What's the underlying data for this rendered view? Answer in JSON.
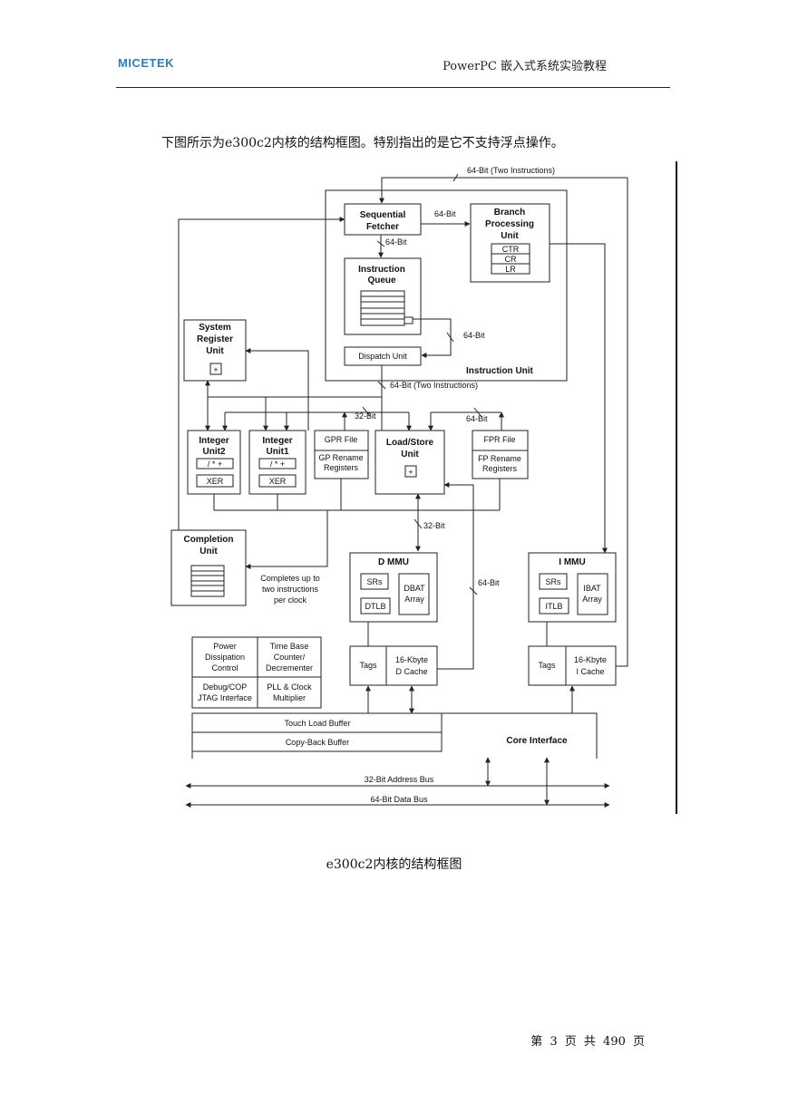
{
  "header": {
    "logo": "MICETEK",
    "book_title": "PowerPC 嵌入式系统实验教程"
  },
  "intro_text": "下图所示为e300c2内核的结构框图。特别指出的是它不支持浮点操作。",
  "diagram": {
    "top_bus": "64-Bit (Two Instructions)",
    "seq_fetcher": [
      "Sequential",
      "Fetcher"
    ],
    "fetch_bw": "64-Bit",
    "bpu": [
      "Branch",
      "Processing",
      "Unit"
    ],
    "bpu_regs": [
      "CTR",
      "CR",
      "LR"
    ],
    "fetch_queue_bw": "64-Bit",
    "iq": [
      "Instruction",
      "Queue"
    ],
    "queue_bw": "64-Bit",
    "dispatch": "Dispatch Unit",
    "instruction_unit": "Instruction Unit",
    "dispatch_bus": "64-Bit (Two Instructions)",
    "sru": [
      "System",
      "Register",
      "Unit"
    ],
    "plus": "+",
    "bus32": "32-Bit",
    "bus64": "64-Bit",
    "iu2": [
      "Integer",
      "Unit2"
    ],
    "iu1": [
      "Integer",
      "Unit1"
    ],
    "ops": "/  *  +",
    "xer": "XER",
    "gpr": "GPR File",
    "gpr_rename": [
      "GP Rename",
      "Registers"
    ],
    "lsu": [
      "Load/Store",
      "Unit"
    ],
    "fpr": "FPR File",
    "fpr_rename": [
      "FP Rename",
      "Registers"
    ],
    "completion": [
      "Completion",
      "Unit"
    ],
    "completion_note": [
      "Completes up to",
      "two instructions",
      "per clock"
    ],
    "lsu_bw": "32-Bit",
    "dmmu": "D MMU",
    "immu": "I MMU",
    "srs": "SRs",
    "dtlb": "DTLB",
    "itlb": "ITLB",
    "dbat": [
      "DBAT",
      "Array"
    ],
    "ibat": [
      "IBAT",
      "Array"
    ],
    "cache_bw": "64-Bit",
    "tags": "Tags",
    "dcache": [
      "16-Kbyte",
      "D Cache"
    ],
    "icache": [
      "16-Kbyte",
      "I Cache"
    ],
    "power": [
      "Power",
      "Dissipation",
      "Control"
    ],
    "timebase": [
      "Time Base",
      "Counter/",
      "Decrementer"
    ],
    "debug": [
      "Debug/COP",
      "JTAG Interface"
    ],
    "pll": [
      "PLL & Clock",
      "Multiplier"
    ],
    "touch_buffer": "Touch Load Buffer",
    "copyback_buffer": "Copy-Back Buffer",
    "core_interface": "Core Interface",
    "address_bus": "32-Bit Address Bus",
    "data_bus": "64-Bit Data Bus"
  },
  "caption": "e300c2内核的结构框图",
  "footer": "第 3 页 共 490 页"
}
